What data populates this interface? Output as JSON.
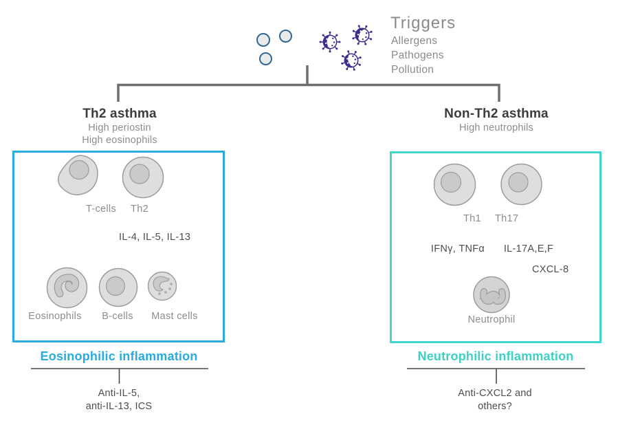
{
  "triggers": {
    "title": "Triggers",
    "items": [
      "Allergens",
      "Pathogens",
      "Pollution"
    ]
  },
  "left_branch": {
    "title": "Th2 asthma",
    "subtitles": [
      "High periostin",
      "High eosinophils"
    ],
    "top_cells": [
      "T-cells",
      "Th2"
    ],
    "arrow_label": "IL-4, IL-5, IL-13",
    "bottom_cells": [
      "Eosinophils",
      "B-cells",
      "Mast cells"
    ],
    "outcome": "Eosinophilic inflammation",
    "treatments": [
      "Anti-IL-5,",
      "anti-IL-13, ICS"
    ],
    "accent_color": "#29abe2"
  },
  "right_branch": {
    "title": "Non-Th2 asthma",
    "subtitles": [
      "High neutrophils"
    ],
    "cell_labels": [
      "Th1",
      "Th17"
    ],
    "cytokines": [
      "IFNγ, TNFα",
      "IL-17A,E,F"
    ],
    "chemokine": "CXCL-8",
    "result_cell": "Neutrophil",
    "outcome": "Neutrophilic inflammation",
    "treatments": [
      "Anti-CXCL2 and",
      "others?"
    ],
    "accent_color": "#3ed9cc"
  },
  "colors": {
    "text_gray": "#8c8c8c",
    "text_dark": "#3c3c3c",
    "connector_gray": "#6e6e6e",
    "virus_purple": "#3b2e8c",
    "allergen_border": "#336695",
    "cell_fill": "#dedede",
    "nucleus_fill": "#cacaca"
  }
}
